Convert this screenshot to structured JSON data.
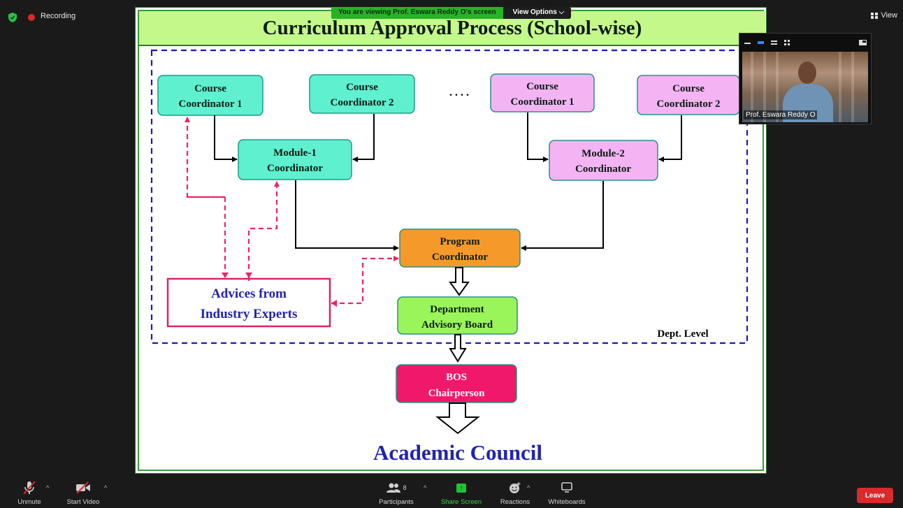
{
  "status": {
    "recording_label": "Recording",
    "view_label": "View"
  },
  "share_banner": {
    "message": "You are viewing Prof. Eswara Reddy O's screen",
    "options_label": "View Options"
  },
  "slide": {
    "title": "Curriculum Approval Process (School-wise)",
    "boxes": {
      "cc1_left": [
        "Course",
        "Coordinator 1"
      ],
      "cc2_left": [
        "Course",
        "Coordinator 2"
      ],
      "ellipsis": ". . . .",
      "cc1_right": [
        "Course",
        "Coordinator 1"
      ],
      "cc2_right": [
        "Course",
        "Coordinator 2"
      ],
      "module1": [
        "Module-1",
        "Coordinator"
      ],
      "module2": [
        "Module-2",
        "Coordinator"
      ],
      "program": [
        "Program",
        "Coordinator"
      ],
      "advices": [
        "Advices from",
        "Industry Experts"
      ],
      "dab": [
        "Department",
        "Advisory Board"
      ],
      "bos": [
        "BOS",
        "Chairperson"
      ]
    },
    "dept_level": "Dept. Level",
    "academic_council": "Academic Council"
  },
  "video": {
    "participant_name": "Prof. Eswara Reddy O"
  },
  "toolbar": {
    "unmute": "Unmute",
    "start_video": "Start Video",
    "participants": "Participants",
    "participant_count": "8",
    "share_screen": "Share Screen",
    "reactions": "Reactions",
    "whiteboards": "Whiteboards",
    "leave": "Leave"
  },
  "colors": {
    "teal_box": "#5ff0d0",
    "pink_box": "#f4b4f4",
    "orange_box": "#f59a2a",
    "green_box": "#9af55a",
    "bos_box": "#f0186a",
    "title_band": "#c4f88a",
    "navy_text": "#2323b0",
    "share_green": "#1ec42e",
    "leave_red": "#d9292b"
  }
}
